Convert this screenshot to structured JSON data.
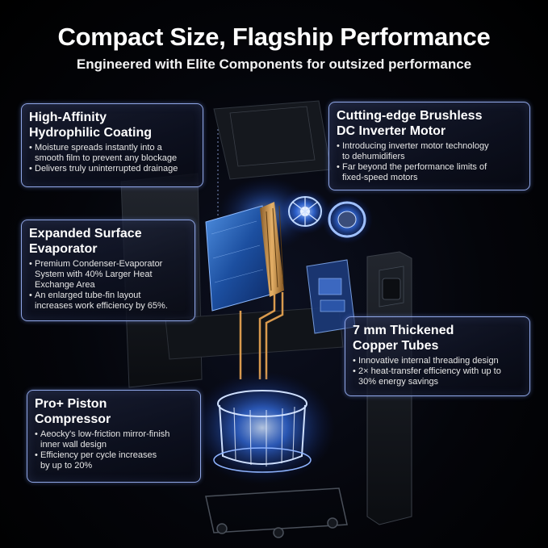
{
  "header": {
    "title": "Compact Size, Flagship Performance",
    "subtitle": "Engineered with Elite Components for outsized performance"
  },
  "cards": [
    {
      "id": "hydrophilic-coating",
      "title_lines": [
        "High-Affinity",
        "Hydrophilic Coating"
      ],
      "bullets": [
        [
          "Moisture spreads instantly into a",
          "smooth film to prevent any blockage"
        ],
        [
          "Delivers truly uninterrupted drainage"
        ]
      ]
    },
    {
      "id": "brushless-motor",
      "title_lines": [
        "Cutting-edge Brushless",
        "DC Inverter Motor"
      ],
      "bullets": [
        [
          "Introducing inverter motor technology",
          "to dehumidifiers"
        ],
        [
          "Far beyond the performance limits of",
          "fixed-speed motors"
        ]
      ]
    },
    {
      "id": "surface-evaporator",
      "title_lines": [
        "Expanded Surface",
        "Evaporator"
      ],
      "bullets": [
        [
          "Premium Condenser-Evaporator",
          "System with 40% Larger Heat",
          "Exchange Area"
        ],
        [
          "An enlarged tube-fin layout",
          "increases work efficiency by 65%."
        ]
      ]
    },
    {
      "id": "copper-tubes",
      "title_lines": [
        "7 mm Thickened",
        "Copper Tubes"
      ],
      "bullets": [
        [
          "Innovative internal threading design"
        ],
        [
          "2× heat-transfer efficiency with up to",
          "30% energy savings"
        ]
      ]
    },
    {
      "id": "piston-compressor",
      "title_lines": [
        "Pro+ Piston",
        "Compressor"
      ],
      "bullets": [
        [
          "Aeocky's low-friction mirror-finish",
          "inner wall design"
        ],
        [
          "Efficiency per cycle increases",
          "by up to 20%"
        ]
      ]
    }
  ],
  "colors": {
    "card_border": "#8fa6e6",
    "glow_blue": "#3a7bff",
    "copper": "#d99a4e"
  }
}
